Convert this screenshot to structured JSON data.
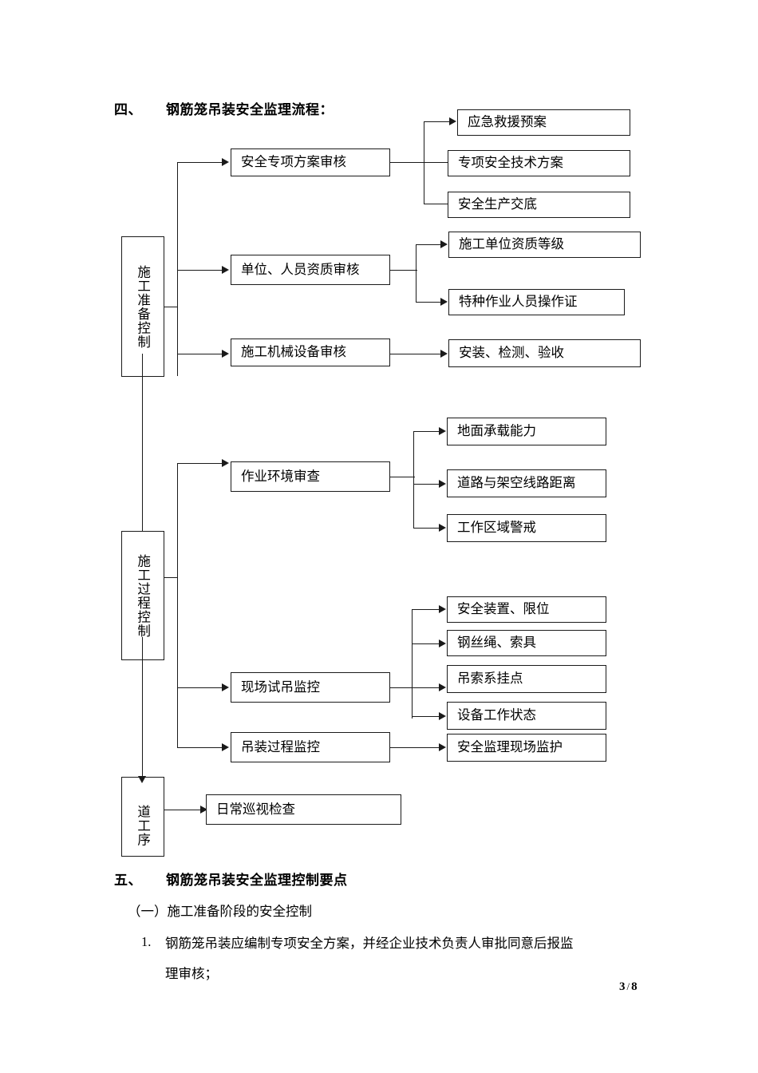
{
  "section4": {
    "num": "四、",
    "title": "钢筋笼吊装安全监理流程："
  },
  "flowchart": {
    "stages": [
      {
        "id": "prep",
        "label": "施工准备控制"
      },
      {
        "id": "process",
        "label": "施工过程控制"
      },
      {
        "id": "next",
        "label": "道工序"
      }
    ],
    "mid": [
      {
        "id": "m1",
        "label": "安全专项方案审核"
      },
      {
        "id": "m2",
        "label": "单位、人员资质审核"
      },
      {
        "id": "m3",
        "label": "施工机械设备审核"
      },
      {
        "id": "m4",
        "label": "作业环境审查"
      },
      {
        "id": "m5",
        "label": "现场试吊监控"
      },
      {
        "id": "m6",
        "label": "吊装过程监控"
      },
      {
        "id": "m7",
        "label": "日常巡视检查"
      }
    ],
    "leaves": [
      {
        "id": "l1",
        "label": "应急救援预案"
      },
      {
        "id": "l2",
        "label": "专项安全技术方案"
      },
      {
        "id": "l3",
        "label": "安全生产交底"
      },
      {
        "id": "l4",
        "label": "施工单位资质等级"
      },
      {
        "id": "l5",
        "label": "特种作业人员操作证"
      },
      {
        "id": "l6",
        "label": "安装、检测、验收"
      },
      {
        "id": "l7",
        "label": "地面承载能力"
      },
      {
        "id": "l8",
        "label": "道路与架空线路距离"
      },
      {
        "id": "l9",
        "label": "工作区域警戒"
      },
      {
        "id": "l10",
        "label": "安全装置、限位"
      },
      {
        "id": "l11",
        "label": "钢丝绳、索具"
      },
      {
        "id": "l12",
        "label": "吊索系挂点"
      },
      {
        "id": "l13",
        "label": "设备工作状态"
      },
      {
        "id": "l14",
        "label": "安全监理现场监护"
      }
    ]
  },
  "section5": {
    "num": "五、",
    "title": "钢筋笼吊装安全监理控制要点",
    "sub1": "（一）施工准备阶段的安全控制",
    "item1_num": "1.",
    "item1_line1": "钢筋笼吊装应编制专项安全方案，并经企业技术负责人审批同意后报监",
    "item1_line2": "理审核；"
  },
  "footer": {
    "page": "3",
    "sep": "/",
    "total": "8"
  }
}
